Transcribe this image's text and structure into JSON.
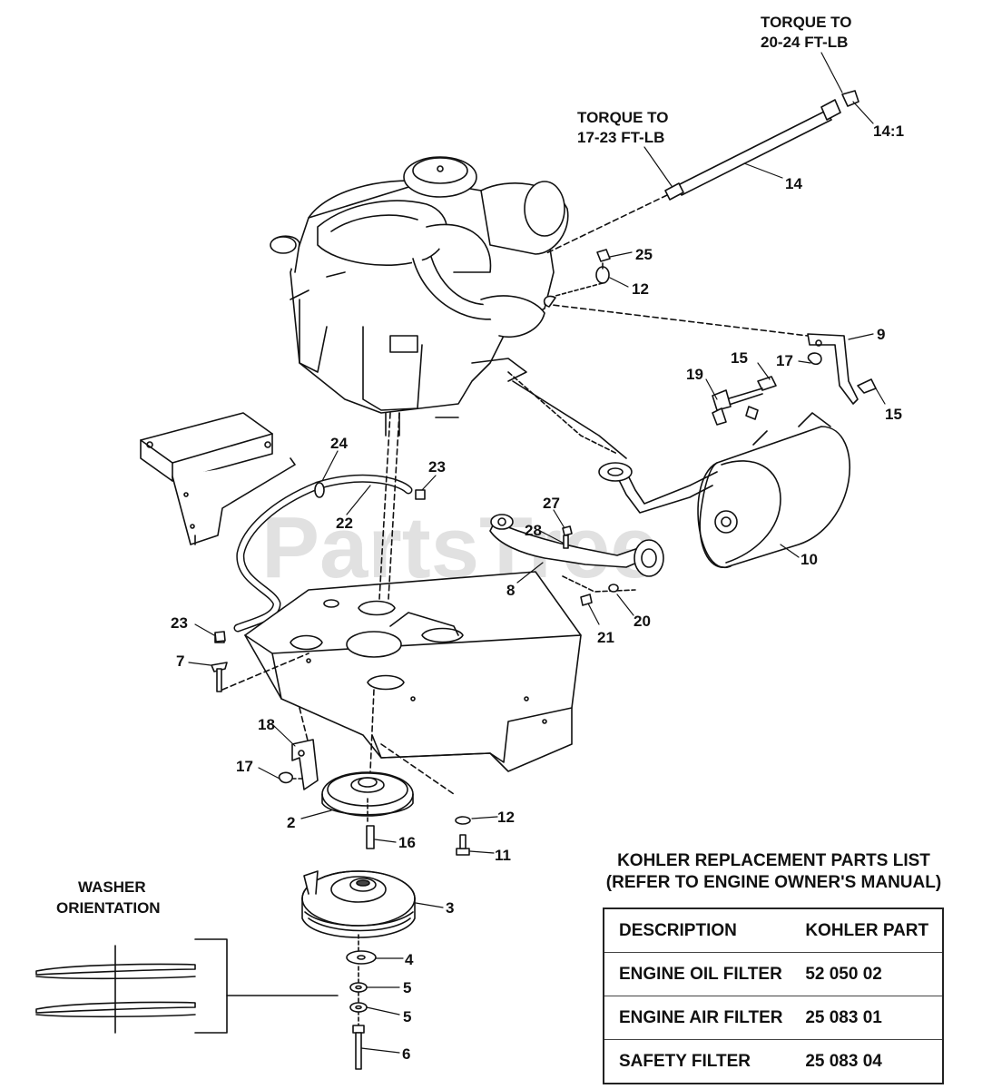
{
  "watermark": "PartsTree",
  "notes": {
    "torque_top_line1": "TORQUE TO",
    "torque_top_line2": "20-24 FT-LB",
    "torque_mid_line1": "TORQUE TO",
    "torque_mid_line2": "17-23 FT-LB",
    "washer_line1": "WASHER",
    "washer_line2": "ORIENTATION"
  },
  "callouts": {
    "c14_1": "14:1",
    "c14": "14",
    "c25": "25",
    "c12a": "12",
    "c9": "9",
    "c15a": "15",
    "c17a": "17",
    "c19": "19",
    "c15b": "15",
    "c24": "24",
    "c23a": "23",
    "c22": "22",
    "c27": "27",
    "c28": "28",
    "c8": "8",
    "c10": "10",
    "c21": "21",
    "c20": "20",
    "c23b": "23",
    "c7": "7",
    "c18": "18",
    "c17b": "17",
    "c2": "2",
    "c12b": "12",
    "c16": "16",
    "c11": "11",
    "c3": "3",
    "c4": "4",
    "c5a": "5",
    "c5b": "5",
    "c6": "6"
  },
  "parts_list": {
    "title_line1": "KOHLER REPLACEMENT PARTS LIST",
    "title_line2": "(REFER TO ENGINE OWNER'S MANUAL)",
    "header": {
      "description": "DESCRIPTION",
      "part": "KOHLER PART"
    },
    "rows": [
      {
        "description": "ENGINE OIL FILTER",
        "part": "52 050 02"
      },
      {
        "description": "ENGINE AIR FILTER",
        "part": "25 083 01"
      },
      {
        "description": "SAFETY FILTER",
        "part": "25 083 04"
      }
    ]
  }
}
